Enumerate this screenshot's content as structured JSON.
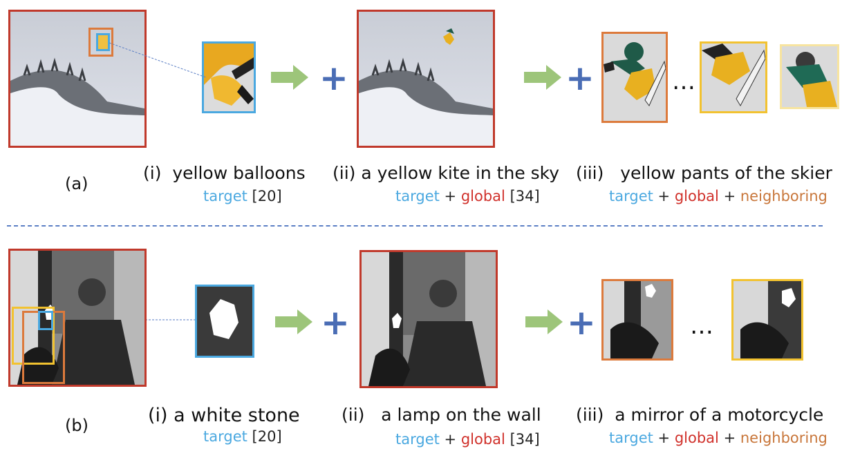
{
  "row_a": {
    "label": "(a)",
    "captions": [
      {
        "num": "(i)",
        "text": "yellow balloons"
      },
      {
        "num": "(ii)",
        "text": "a yellow kite in the sky"
      },
      {
        "num": "(iii)",
        "text": "yellow pants of the skier"
      }
    ],
    "sub_i": {
      "target": "target",
      "ref": "[20]"
    },
    "sub_ii": {
      "target": "target",
      "plus": "+",
      "global": "global",
      "ref": "[34]"
    },
    "sub_iii": {
      "target": "target",
      "plus1": "+",
      "global": "global",
      "plus2": "+",
      "neighboring": "neighboring"
    },
    "plus_sign": "+",
    "ellipsis": "…"
  },
  "row_b": {
    "label": "(b)",
    "captions": [
      {
        "num": "(i)",
        "text": "a white stone"
      },
      {
        "num": "(ii)",
        "text": "a lamp on the wall"
      },
      {
        "num": "(iii)",
        "text": "a mirror of a motorcycle"
      }
    ],
    "sub_i": {
      "target": "target",
      "ref": "[20]"
    },
    "sub_ii": {
      "target": "target",
      "plus": "+",
      "global": "global",
      "ref": "[34]"
    },
    "sub_iii": {
      "target": "target",
      "plus1": "+",
      "global": "global",
      "plus2": "+",
      "neighboring": "neighboring"
    },
    "plus_sign": "+",
    "ellipsis": "…"
  },
  "colors": {
    "target": "#4aa8e0",
    "global": "#d0302a",
    "neighboring": "#c8763a",
    "arrow": "#9dc57a",
    "plus": "#4a6db5",
    "divider": "#5a7ec4"
  }
}
